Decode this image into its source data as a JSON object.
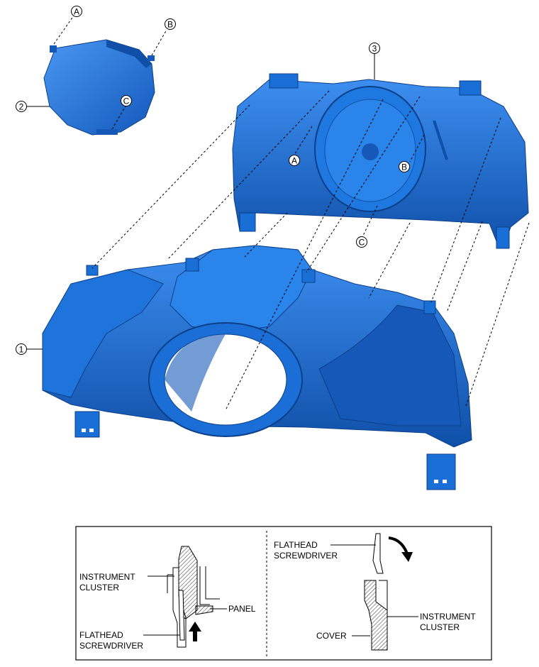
{
  "callouts": {
    "part1": "1",
    "part2": "2",
    "part3": "3",
    "a_top": "A",
    "b_top": "B",
    "c_top": "C",
    "a_gauge": "A",
    "b_gauge": "B",
    "c_bottom": "C"
  },
  "detail_left": {
    "instrument_cluster_line1": "INSTRUMENT",
    "instrument_cluster_line2": "CLUSTER",
    "panel": "PANEL",
    "flathead_line1": "FLATHEAD",
    "flathead_line2": "SCREWDRIVER"
  },
  "detail_right": {
    "flathead_line1": "FLATHEAD",
    "flathead_line2": "SCREWDRIVER",
    "instrument_cluster_line1": "INSTRUMENT",
    "instrument_cluster_line2": "CLUSTER",
    "cover": "COVER"
  },
  "colors": {
    "part_blue": "#1a6fd6",
    "part_dark": "#0f4fa8",
    "part_light": "#3d8ef0"
  },
  "icons": {
    "push_arrow": "arrow-up-icon",
    "rotate_arrow": "curved-arrow-icon"
  }
}
